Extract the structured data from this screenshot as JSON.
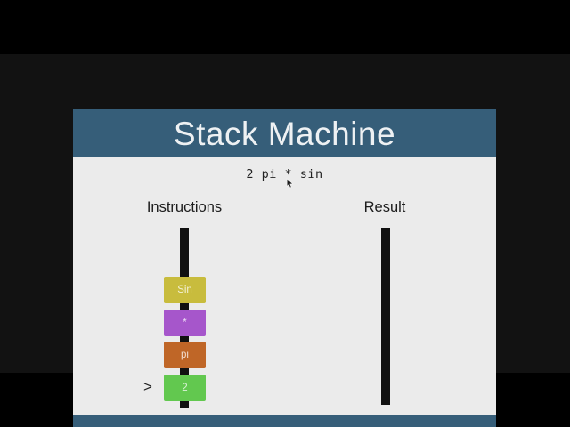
{
  "slide": {
    "title": "Stack Machine",
    "expression": "2 pi * sin",
    "columns": {
      "instructions": {
        "label": "Instructions"
      },
      "result": {
        "label": "Result"
      }
    },
    "pointer": {
      "glyph": ">",
      "points_to": "2"
    },
    "instruction_stack": [
      {
        "label": "Sin",
        "color": "#c8bc3d"
      },
      {
        "label": "*",
        "color": "#a656cb"
      },
      {
        "label": "pi",
        "color": "#bf6627"
      },
      {
        "label": "2",
        "color": "#62c84f"
      }
    ],
    "result_stack": []
  },
  "colors": {
    "header_bar": "#365e79",
    "footer_bar": "#365e79",
    "slide_background": "#ebebeb",
    "stack_bar": "#111111",
    "stage_background": "#121212",
    "letterbox": "#000000",
    "title_text": "#eef1f3",
    "body_text": "#1c1c1c"
  }
}
